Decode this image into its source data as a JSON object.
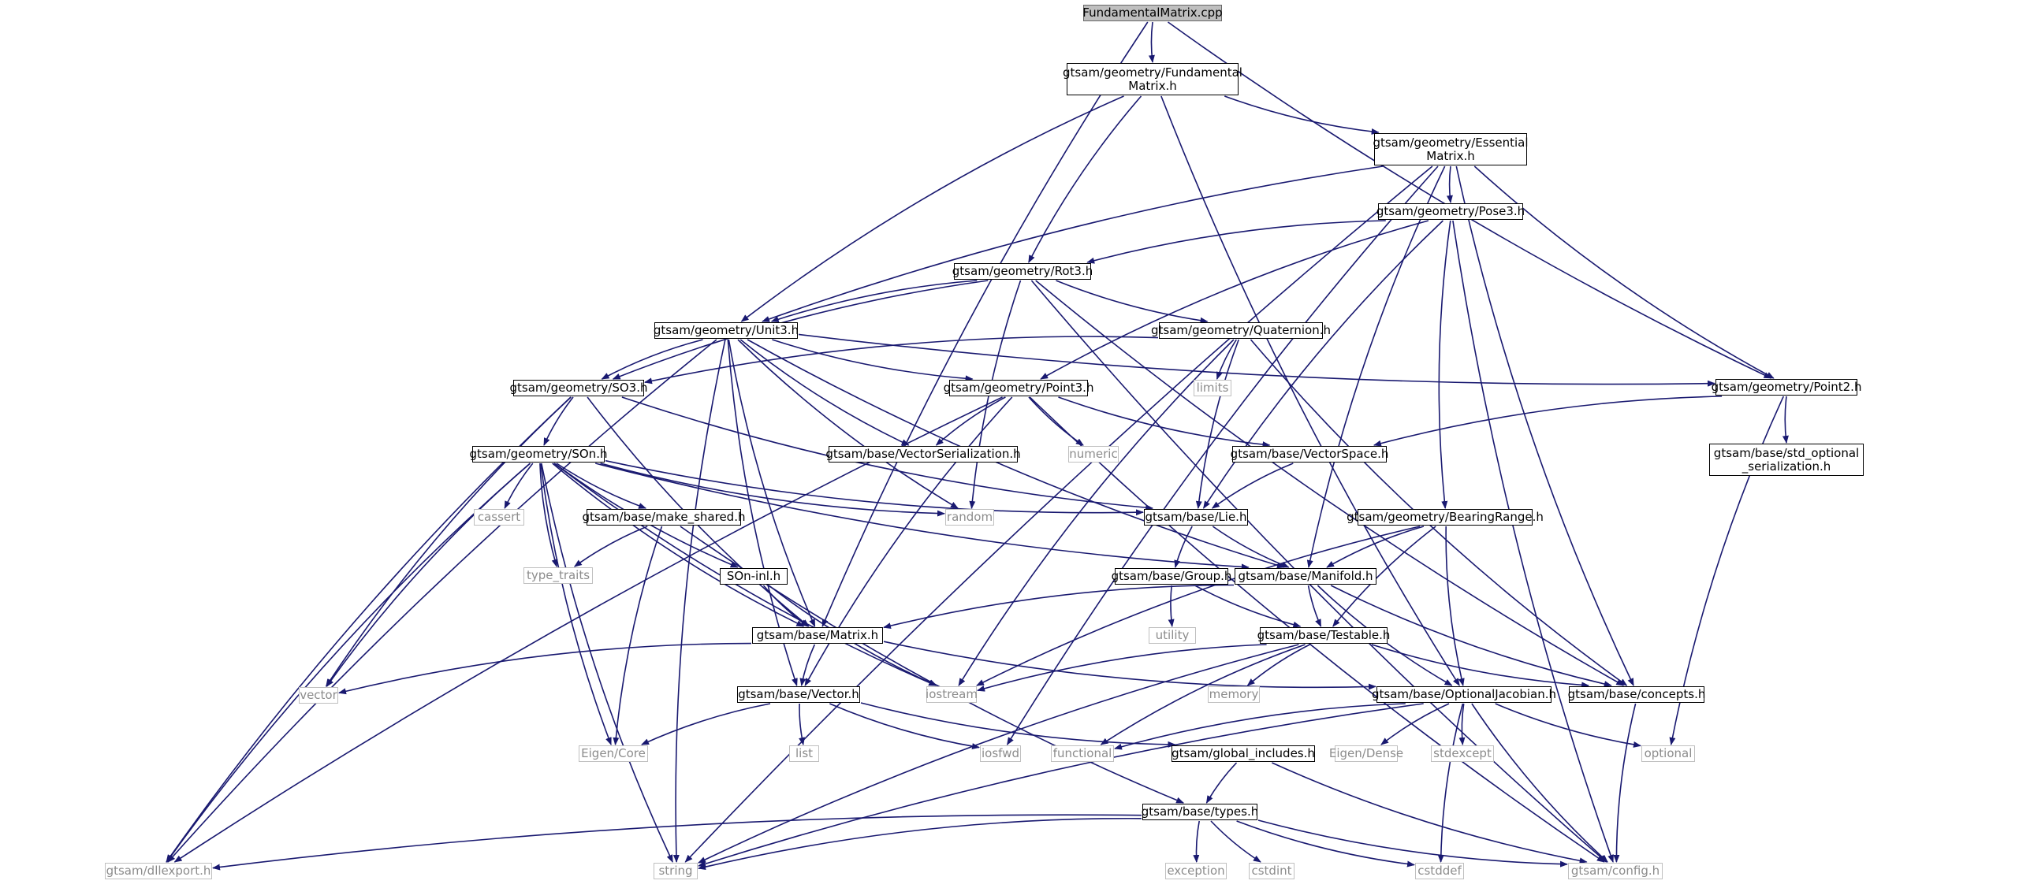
{
  "colors": {
    "edge": "#191970",
    "root_fill": "#bfbfbf",
    "local_border": "#000000",
    "system_border": "#bfbfbf",
    "system_text": "#8c8c8c"
  },
  "nodes": [
    {
      "id": "fm_cpp",
      "label": "FundamentalMatrix.cpp",
      "kind": "root"
    },
    {
      "id": "fm_h",
      "label": "gtsam/geometry/Fundamental\nMatrix.h",
      "kind": "local"
    },
    {
      "id": "em_h",
      "label": "gtsam/geometry/Essential\nMatrix.h",
      "kind": "local"
    },
    {
      "id": "pose3",
      "label": "gtsam/geometry/Pose3.h",
      "kind": "local"
    },
    {
      "id": "rot3",
      "label": "gtsam/geometry/Rot3.h",
      "kind": "local"
    },
    {
      "id": "unit3",
      "label": "gtsam/geometry/Unit3.h",
      "kind": "local"
    },
    {
      "id": "quat",
      "label": "gtsam/geometry/Quaternion.h",
      "kind": "local"
    },
    {
      "id": "point2",
      "label": "gtsam/geometry/Point2.h",
      "kind": "local"
    },
    {
      "id": "so3",
      "label": "gtsam/geometry/SO3.h",
      "kind": "local"
    },
    {
      "id": "point3",
      "label": "gtsam/geometry/Point3.h",
      "kind": "local"
    },
    {
      "id": "limits",
      "label": "limits",
      "kind": "system"
    },
    {
      "id": "son",
      "label": "gtsam/geometry/SOn.h",
      "kind": "local"
    },
    {
      "id": "vecser",
      "label": "gtsam/base/VectorSerialization.h",
      "kind": "local"
    },
    {
      "id": "numeric",
      "label": "numeric",
      "kind": "system"
    },
    {
      "id": "vecspace",
      "label": "gtsam/base/VectorSpace.h",
      "kind": "local"
    },
    {
      "id": "stdopt",
      "label": "gtsam/base/std_optional\n_serialization.h",
      "kind": "local"
    },
    {
      "id": "cassert",
      "label": "cassert",
      "kind": "system"
    },
    {
      "id": "makeshared",
      "label": "gtsam/base/make_shared.h",
      "kind": "local"
    },
    {
      "id": "random",
      "label": "random",
      "kind": "system"
    },
    {
      "id": "lie",
      "label": "gtsam/base/Lie.h",
      "kind": "local"
    },
    {
      "id": "bearing",
      "label": "gtsam/geometry/BearingRange.h",
      "kind": "local"
    },
    {
      "id": "typetraits",
      "label": "type_traits",
      "kind": "system"
    },
    {
      "id": "soninl",
      "label": "SOn-inl.h",
      "kind": "local"
    },
    {
      "id": "group",
      "label": "gtsam/base/Group.h",
      "kind": "local"
    },
    {
      "id": "manifold",
      "label": "gtsam/base/Manifold.h",
      "kind": "local"
    },
    {
      "id": "utility",
      "label": "utility",
      "kind": "system"
    },
    {
      "id": "matrix",
      "label": "gtsam/base/Matrix.h",
      "kind": "local"
    },
    {
      "id": "testable",
      "label": "gtsam/base/Testable.h",
      "kind": "local"
    },
    {
      "id": "vector",
      "label": "vector",
      "kind": "system"
    },
    {
      "id": "vectorh",
      "label": "gtsam/base/Vector.h",
      "kind": "local"
    },
    {
      "id": "iostream",
      "label": "iostream",
      "kind": "system"
    },
    {
      "id": "memory",
      "label": "memory",
      "kind": "system"
    },
    {
      "id": "optjac",
      "label": "gtsam/base/OptionalJacobian.h",
      "kind": "local"
    },
    {
      "id": "concepts",
      "label": "gtsam/base/concepts.h",
      "kind": "local"
    },
    {
      "id": "list",
      "label": "list",
      "kind": "system"
    },
    {
      "id": "eigencore",
      "label": "Eigen/Core",
      "kind": "system"
    },
    {
      "id": "iosfwd",
      "label": "iosfwd",
      "kind": "system"
    },
    {
      "id": "functional",
      "label": "functional",
      "kind": "system"
    },
    {
      "id": "globalinc",
      "label": "gtsam/global_includes.h",
      "kind": "local"
    },
    {
      "id": "eigendense",
      "label": "Eigen/Dense",
      "kind": "system"
    },
    {
      "id": "stdexcept",
      "label": "stdexcept",
      "kind": "system"
    },
    {
      "id": "optional",
      "label": "optional",
      "kind": "system"
    },
    {
      "id": "types",
      "label": "gtsam/base/types.h",
      "kind": "local"
    },
    {
      "id": "dllexport",
      "label": "gtsam/dllexport.h",
      "kind": "system"
    },
    {
      "id": "string",
      "label": "string",
      "kind": "system"
    },
    {
      "id": "exception",
      "label": "exception",
      "kind": "system"
    },
    {
      "id": "cstdint",
      "label": "cstdint",
      "kind": "system"
    },
    {
      "id": "cstddef",
      "label": "cstddef",
      "kind": "system"
    },
    {
      "id": "config",
      "label": "gtsam/config.h",
      "kind": "system"
    }
  ],
  "edges": [
    [
      "fm_cpp",
      "fm_h"
    ],
    [
      "fm_cpp",
      "matrix"
    ],
    [
      "fm_cpp",
      "point2"
    ],
    [
      "fm_h",
      "em_h"
    ],
    [
      "fm_h",
      "rot3"
    ],
    [
      "fm_h",
      "unit3"
    ],
    [
      "fm_h",
      "optjac"
    ],
    [
      "em_h",
      "pose3"
    ],
    [
      "em_h",
      "unit3"
    ],
    [
      "em_h",
      "point2"
    ],
    [
      "em_h",
      "manifold"
    ],
    [
      "em_h",
      "concepts"
    ],
    [
      "em_h",
      "iosfwd"
    ],
    [
      "em_h",
      "string"
    ],
    [
      "pose3",
      "rot3"
    ],
    [
      "pose3",
      "point3"
    ],
    [
      "pose3",
      "lie"
    ],
    [
      "pose3",
      "bearing"
    ],
    [
      "pose3",
      "config"
    ],
    [
      "rot3",
      "unit3"
    ],
    [
      "rot3",
      "quat"
    ],
    [
      "rot3",
      "so3"
    ],
    [
      "rot3",
      "random"
    ],
    [
      "rot3",
      "concepts"
    ],
    [
      "rot3",
      "config"
    ],
    [
      "unit3",
      "point2"
    ],
    [
      "unit3",
      "point3"
    ],
    [
      "unit3",
      "so3"
    ],
    [
      "unit3",
      "vecser"
    ],
    [
      "unit3",
      "vectorh"
    ],
    [
      "unit3",
      "matrix"
    ],
    [
      "unit3",
      "random"
    ],
    [
      "unit3",
      "manifold"
    ],
    [
      "unit3",
      "dllexport"
    ],
    [
      "unit3",
      "string"
    ],
    [
      "quat",
      "so3"
    ],
    [
      "quat",
      "limits"
    ],
    [
      "quat",
      "lie"
    ],
    [
      "quat",
      "iostream"
    ],
    [
      "quat",
      "concepts"
    ],
    [
      "point2",
      "vecspace"
    ],
    [
      "point2",
      "stdopt"
    ],
    [
      "point2",
      "optional"
    ],
    [
      "so3",
      "son"
    ],
    [
      "so3",
      "lie"
    ],
    [
      "so3",
      "matrix"
    ],
    [
      "so3",
      "vector"
    ],
    [
      "so3",
      "dllexport"
    ],
    [
      "point3",
      "vecser"
    ],
    [
      "point3",
      "numeric"
    ],
    [
      "point3",
      "vecspace"
    ],
    [
      "point3",
      "vectorh"
    ],
    [
      "point3",
      "dllexport"
    ],
    [
      "point3",
      "config"
    ],
    [
      "son",
      "cassert"
    ],
    [
      "son",
      "makeshared"
    ],
    [
      "son",
      "typetraits"
    ],
    [
      "son",
      "random"
    ],
    [
      "son",
      "lie"
    ],
    [
      "son",
      "manifold"
    ],
    [
      "son",
      "soninl"
    ],
    [
      "son",
      "matrix"
    ],
    [
      "son",
      "vector"
    ],
    [
      "son",
      "iostream"
    ],
    [
      "son",
      "eigencore"
    ],
    [
      "son",
      "dllexport"
    ],
    [
      "son",
      "string"
    ],
    [
      "vecspace",
      "lie"
    ],
    [
      "makeshared",
      "typetraits"
    ],
    [
      "makeshared",
      "eigencore"
    ],
    [
      "makeshared",
      "types"
    ],
    [
      "lie",
      "group"
    ],
    [
      "lie",
      "manifold"
    ],
    [
      "bearing",
      "manifold"
    ],
    [
      "bearing",
      "testable"
    ],
    [
      "bearing",
      "optjac"
    ],
    [
      "bearing",
      "iostream"
    ],
    [
      "soninl",
      "matrix"
    ],
    [
      "soninl",
      "iostream"
    ],
    [
      "group",
      "testable"
    ],
    [
      "group",
      "utility"
    ],
    [
      "manifold",
      "matrix"
    ],
    [
      "manifold",
      "testable"
    ],
    [
      "manifold",
      "optjac"
    ],
    [
      "manifold",
      "concepts"
    ],
    [
      "matrix",
      "vectorh"
    ],
    [
      "matrix",
      "optjac"
    ],
    [
      "matrix",
      "vector"
    ],
    [
      "testable",
      "concepts"
    ],
    [
      "testable",
      "memory"
    ],
    [
      "testable",
      "iostream"
    ],
    [
      "testable",
      "functional"
    ],
    [
      "testable",
      "string"
    ],
    [
      "vectorh",
      "globalinc"
    ],
    [
      "vectorh",
      "list"
    ],
    [
      "vectorh",
      "eigencore"
    ],
    [
      "vectorh",
      "iosfwd"
    ],
    [
      "optjac",
      "eigendense"
    ],
    [
      "optjac",
      "stdexcept"
    ],
    [
      "optjac",
      "optional"
    ],
    [
      "optjac",
      "functional"
    ],
    [
      "optjac",
      "string"
    ],
    [
      "optjac",
      "cstddef"
    ],
    [
      "optjac",
      "config"
    ],
    [
      "concepts",
      "config"
    ],
    [
      "globalinc",
      "types"
    ],
    [
      "globalinc",
      "config"
    ],
    [
      "types",
      "dllexport"
    ],
    [
      "types",
      "string"
    ],
    [
      "types",
      "exception"
    ],
    [
      "types",
      "cstdint"
    ],
    [
      "types",
      "cstddef"
    ],
    [
      "types",
      "config"
    ]
  ]
}
